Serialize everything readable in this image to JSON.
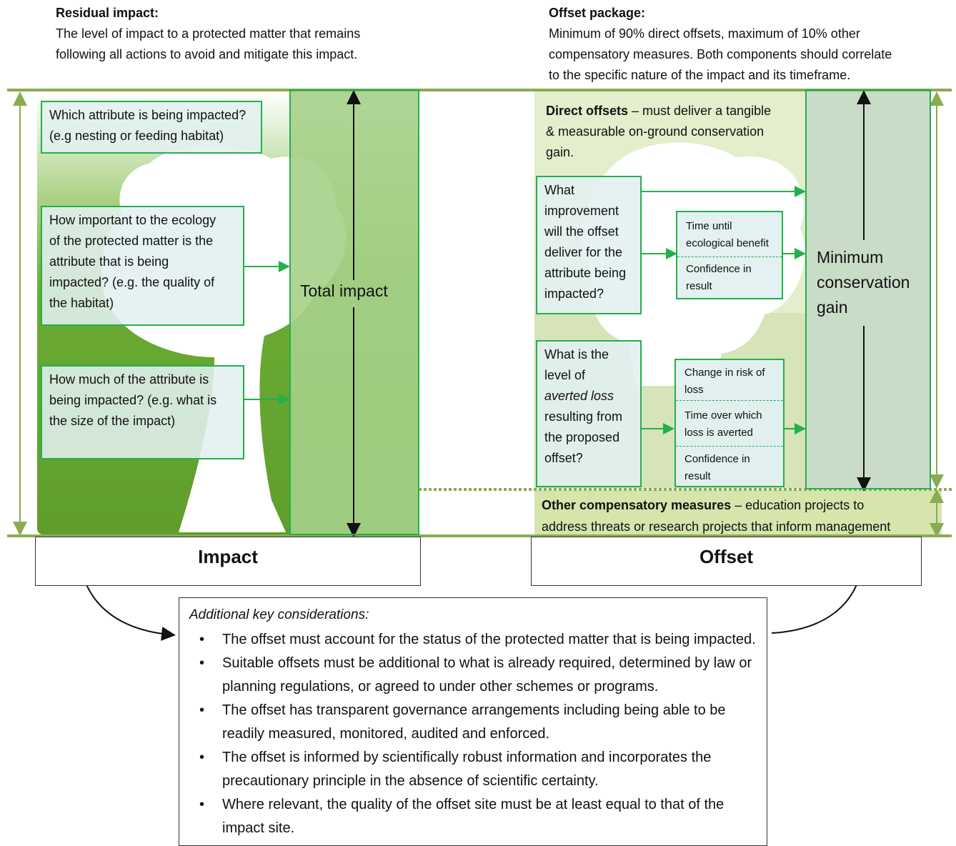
{
  "residual": {
    "title": "Residual impact:",
    "line1": "The level of impact to a protected matter that remains",
    "line2": "following all actions to avoid and mitigate this impact."
  },
  "offset_package": {
    "title": "Offset package:",
    "line1": "Minimum of 90% direct offsets, maximum of 10% other",
    "line2": "compensatory measures. Both components should correlate",
    "line3": "to the specific nature of the impact and its timeframe."
  },
  "impact_panel": {
    "q1_l1": "Which attribute is being impacted?",
    "q1_l2": "(e.g nesting or feeding habitat)",
    "q2_l1": "How important to the ecology",
    "q2_l2": "of the protected matter is the",
    "q2_l3": "attribute that is being",
    "q2_l4": "impacted? (e.g. the quality of",
    "q2_l5": "the habitat)",
    "q3_l1": "How much of the attribute is",
    "q3_l2": "being impacted? (e.g. what is",
    "q3_l3": "the size of the impact)",
    "total": "Total impact",
    "label": "Impact"
  },
  "offset_panel": {
    "direct_bold": "Direct offsets",
    "direct_rest": " – must deliver a tangible",
    "direct_l2": "& measurable on-ground conservation",
    "direct_l3": "gain.",
    "q1_l1": "What",
    "q1_l2": "improvement",
    "q1_l3": "will the offset",
    "q1_l4": "deliver for the",
    "q1_l5": "attribute being",
    "q1_l6": "impacted?",
    "s1_a1": "Time until",
    "s1_a2": "ecological benefit",
    "s1_b1": "Confidence in",
    "s1_b2": "result",
    "q2_l1": "What is the",
    "q2_l2": "level of",
    "q2_l3": "averted loss",
    "q2_l4": "resulting from",
    "q2_l5": "the proposed",
    "q2_l6": "offset?",
    "s2_a1": "Change in risk of",
    "s2_a2": "loss",
    "s2_b1": "Time over which",
    "s2_b2": "loss is averted",
    "s2_c1": "Confidence in",
    "s2_c2": "result",
    "min_l1": "Minimum",
    "min_l2": "conservation",
    "min_l3": "gain",
    "other_bold": "Other compensatory measures",
    "other_rest": " – education projects to",
    "other_l2": "address threats or research projects that inform management",
    "label": "Offset"
  },
  "considerations": {
    "title": "Additional key considerations:",
    "items": [
      {
        "l1": "The offset must account for the status of the protected matter that is being impacted.",
        "l2": ""
      },
      {
        "l1": "Suitable offsets must be additional to what is already required, determined by law or",
        "l2": "planning regulations, or agreed to under other schemes or programs."
      },
      {
        "l1": "The offset has transparent governance arrangements including being able to be",
        "l2": "readily measured, monitored, audited and enforced."
      },
      {
        "l1": "The offset is informed by scientifically robust information and incorporates the",
        "l2": "precautionary principle in the absence of scientific certainty."
      },
      {
        "l1": "Where relevant, the quality of the offset site must be at least equal to that of the",
        "l2": "impact site."
      }
    ]
  },
  "colors": {
    "dark_green": "#6aab35",
    "mid_green": "#a6d08a",
    "olive_line": "#8aab52",
    "light_green": "#d9e7bf",
    "border_green": "#22b14c"
  }
}
